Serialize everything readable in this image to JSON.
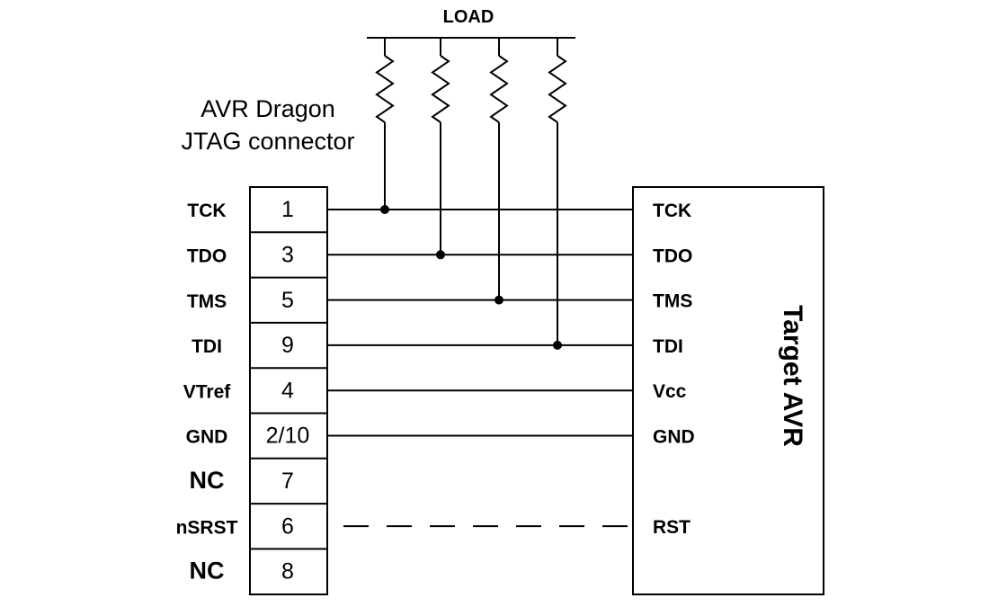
{
  "load_label": "LOAD",
  "connector_title": [
    "AVR Dragon",
    "JTAG connector"
  ],
  "target_label": "Target AVR",
  "rows": [
    {
      "signal": "TCK",
      "pin": "1",
      "target": "TCK",
      "connection": "solid",
      "pullup": true
    },
    {
      "signal": "TDO",
      "pin": "3",
      "target": "TDO",
      "connection": "solid",
      "pullup": true
    },
    {
      "signal": "TMS",
      "pin": "5",
      "target": "TMS",
      "connection": "solid",
      "pullup": true
    },
    {
      "signal": "TDI",
      "pin": "9",
      "target": "TDI",
      "connection": "solid",
      "pullup": true
    },
    {
      "signal": "VTref",
      "pin": "4",
      "target": "Vcc",
      "connection": "solid",
      "pullup": false
    },
    {
      "signal": "GND",
      "pin": "2/10",
      "target": "GND",
      "connection": "solid",
      "pullup": false
    },
    {
      "signal": "NC",
      "pin": "7",
      "target": "",
      "connection": "none",
      "pullup": false
    },
    {
      "signal": "nSRST",
      "pin": "6",
      "target": "RST",
      "connection": "dashed",
      "pullup": false
    },
    {
      "signal": "NC",
      "pin": "8",
      "target": "",
      "connection": "none",
      "pullup": false
    }
  ]
}
